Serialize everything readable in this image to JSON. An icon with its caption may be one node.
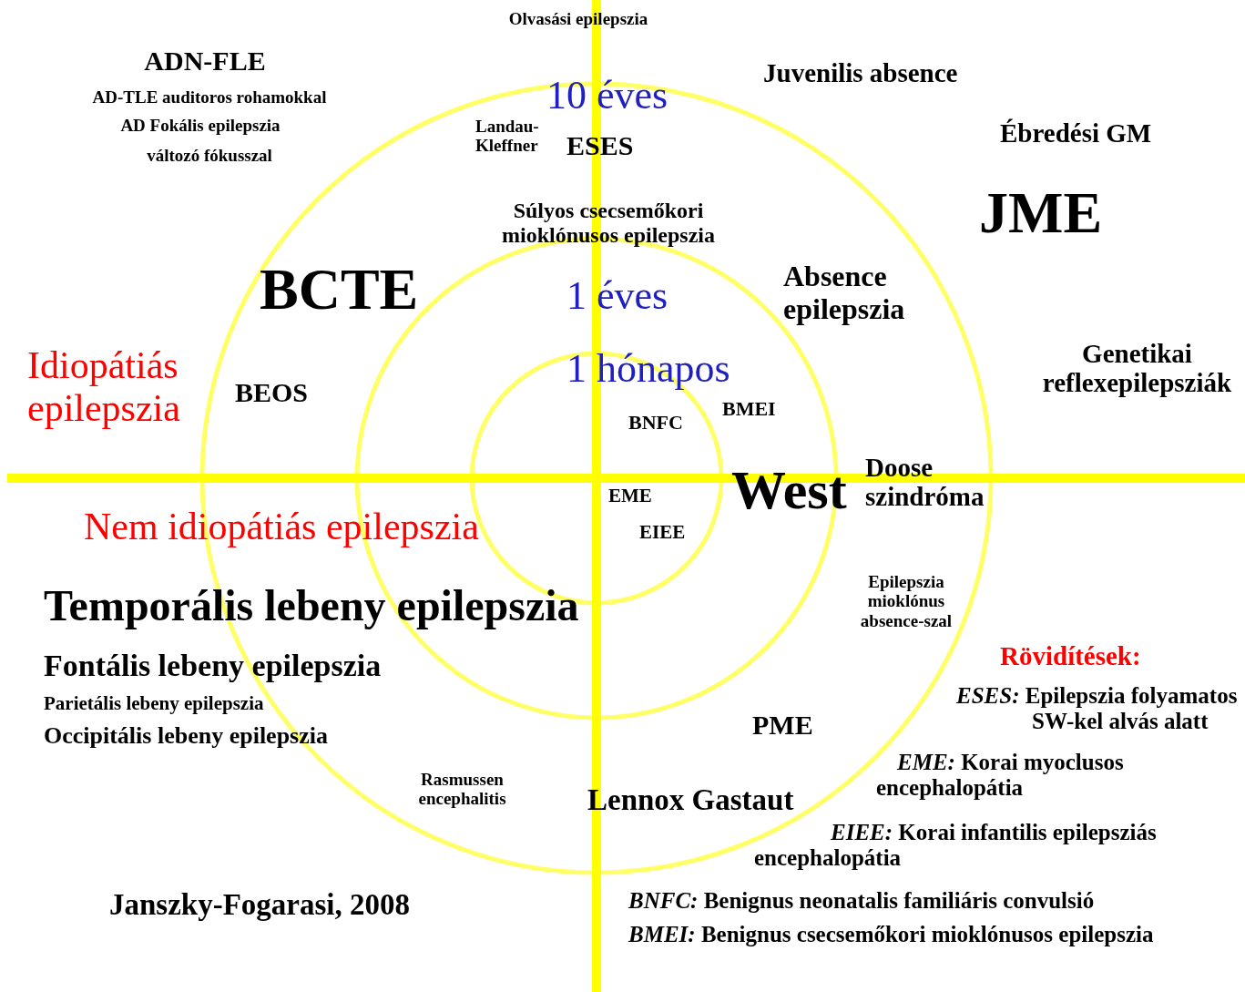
{
  "diagram": {
    "labels": [
      "Olvasási epilepszia",
      "ADN-FLE",
      "AD-TLE auditoros rohamokkal",
      "AD Fokális epilepszia",
      "változó fókusszal",
      "10 éves",
      "Juvenilis absence",
      "Landau-Kleffner",
      "ESES",
      "Ébredési GM",
      "Súlyos csecsemőkori mioklónusos epilepszia",
      "JME",
      "BCTE",
      "1 éves",
      "Absence epilepszia",
      "Genetikai reflexepilepsziák",
      "Idiopátiás epilepszia",
      "BEOS",
      "1 hónapos",
      "BMEI",
      "BNFC",
      "Doose szindróma",
      "West",
      "EME",
      "EIEE",
      "Nem idiopátiás epilepszia",
      "Temporális lebeny epilepszia",
      "Epilepszia mioklónus absence-szal",
      "Fontális lebeny epilepszia",
      "Rövidítések:",
      "*ESES:* Epilepszia folyamatos SW-kel alvás alatt",
      "Parietális lebeny epilepszia",
      "PME",
      "Occipitális lebeny epilepszia",
      "*EME:* Korai myoclusos encephalopátia",
      "Rasmussen encephalitis",
      "Lennox Gastaut",
      "*EIEE:* Korai infantilis epilepsziás encephalopátia",
      "Janszky-Fogarasi, 2008",
      "*BNFC:* Benignus neonatalis familiáris convulsió",
      "*BMEI:* Benignus csecsemőkori mioklónusos epilepszia"
    ]
  }
}
